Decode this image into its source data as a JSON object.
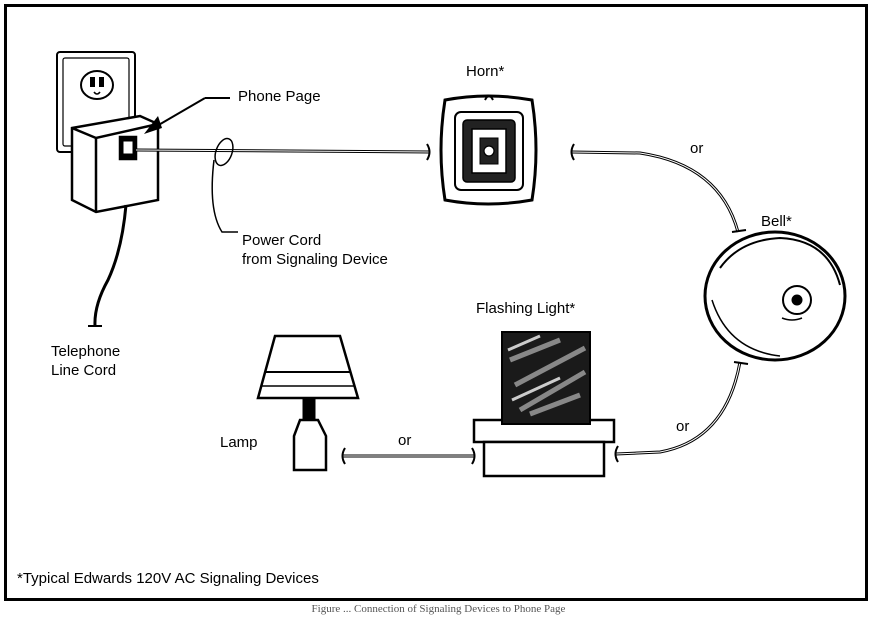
{
  "labels": {
    "phone_page": "Phone Page",
    "horn": "Horn*",
    "power_cord_line1": "Power Cord",
    "power_cord_line2": "from Signaling Device",
    "bell": "Bell*",
    "flashing_light": "Flashing Light*",
    "telephone_line1": "Telephone",
    "telephone_line2": "Line Cord",
    "lamp": "Lamp",
    "or_horn_bell": "or",
    "or_lamp_light": "or",
    "or_bell_light": "or"
  },
  "footnote": "*Typical Edwards 120V AC Signaling Devices",
  "caption": "Figure ... Connection of Signaling Devices to Phone Page"
}
